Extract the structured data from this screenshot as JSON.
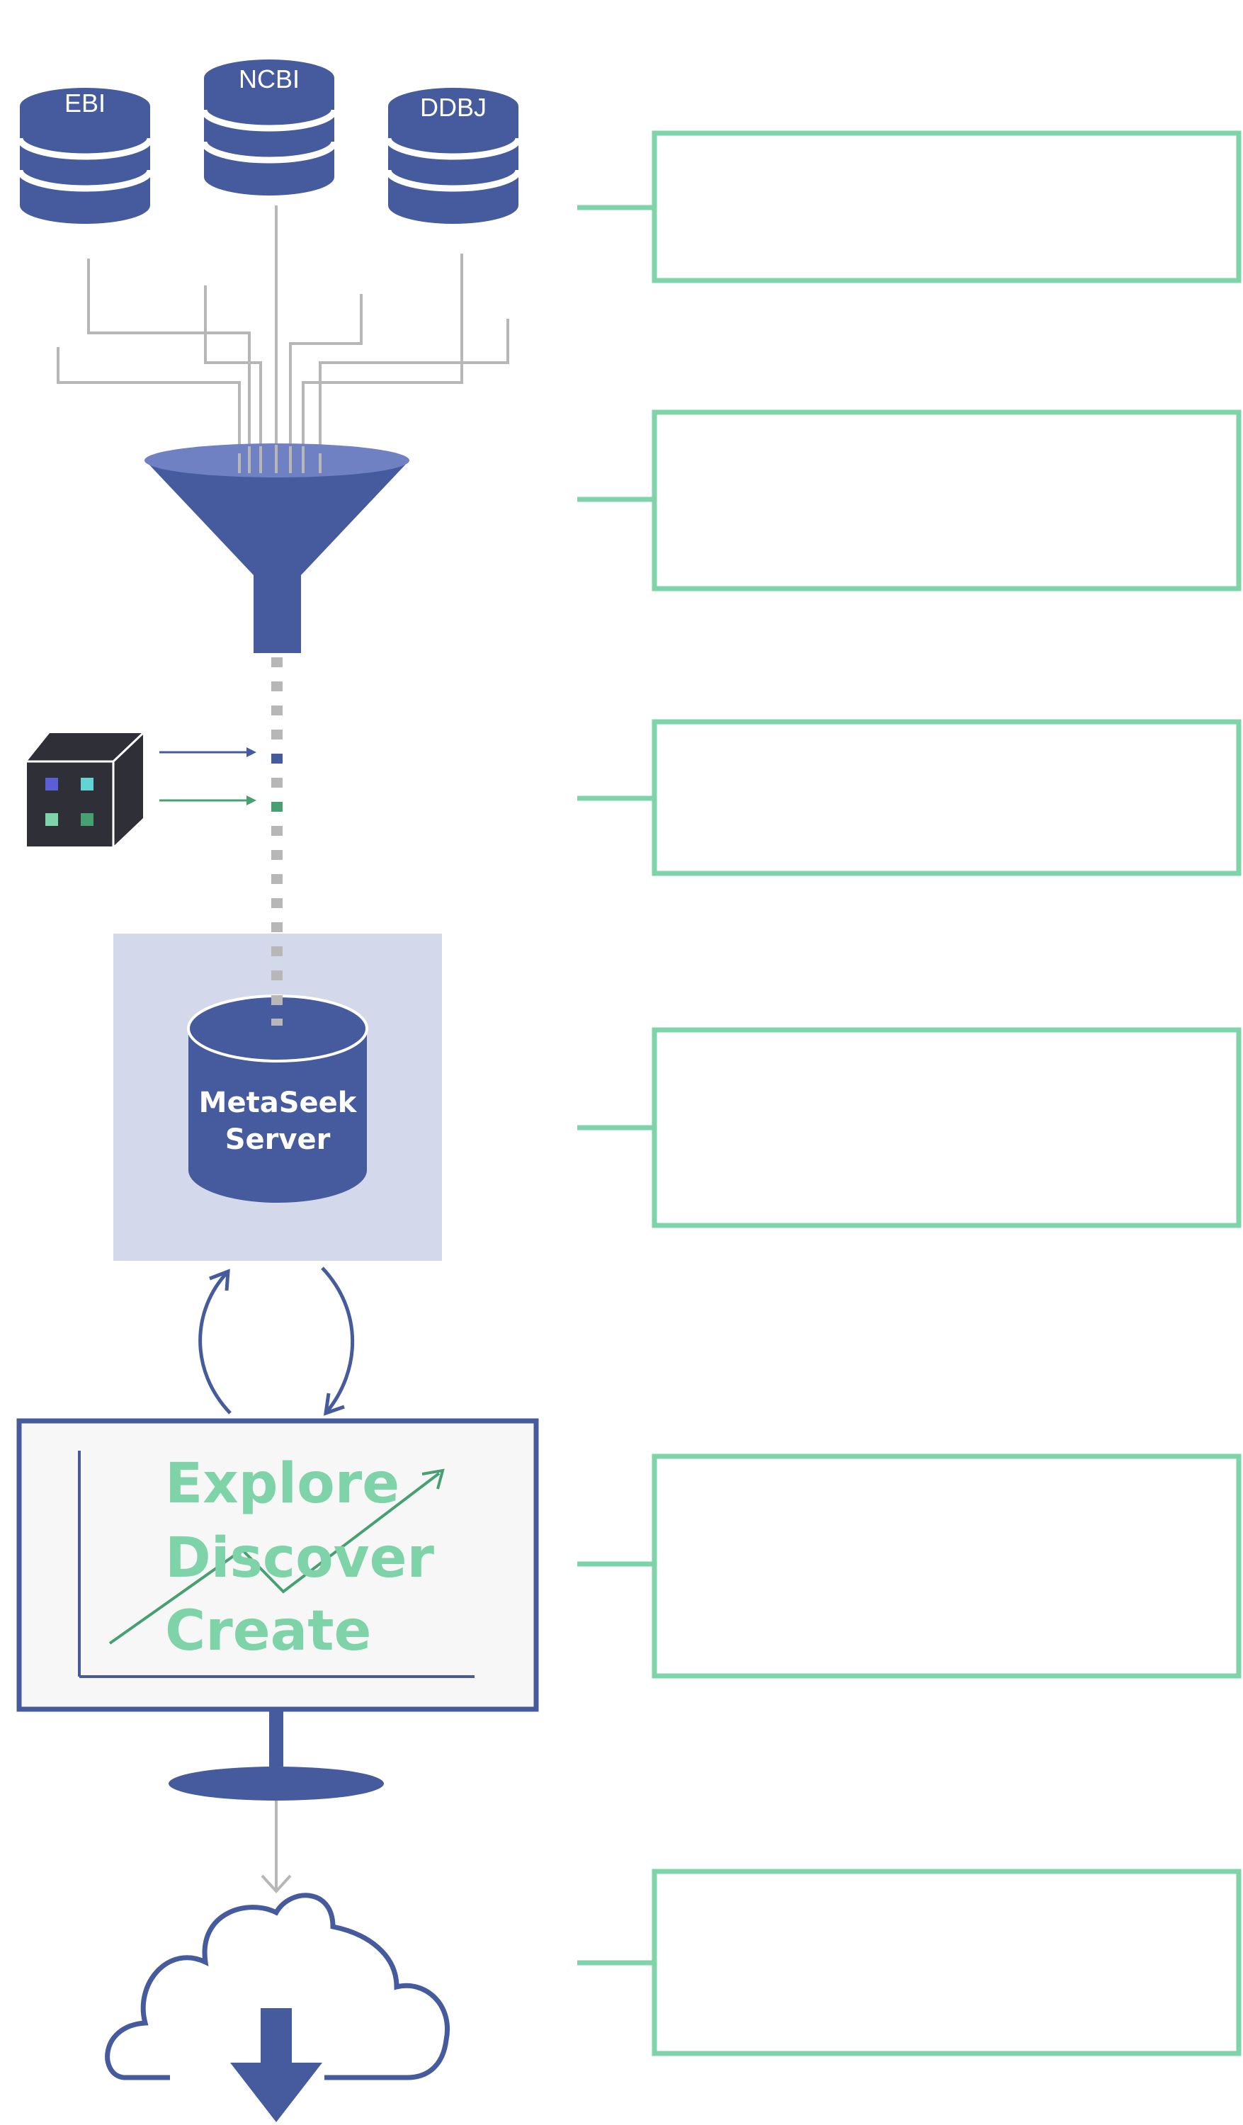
{
  "sources": {
    "ebi": "EBI",
    "ncbi": "NCBI",
    "ddbj": "DDBJ"
  },
  "server": {
    "line1": "MetaSeek",
    "line2": "Server"
  },
  "screen": {
    "line1": "Explore",
    "line2": "Discover",
    "line3": "Create"
  },
  "colors": {
    "primary": "#465a9e",
    "primary_light": "#6f81c2",
    "server_bg": "#d3d9eb",
    "accent_green": "#7ed3a8",
    "dark_green": "#46a072",
    "connector_gray": "#b7b7b7",
    "cube_dark": "#2f3037",
    "screen_bg": "#f7f7f7"
  },
  "icons": [
    "database-icon",
    "funnel-icon",
    "cube-icon",
    "server-icon",
    "monitor-icon",
    "cloud-download-icon"
  ]
}
